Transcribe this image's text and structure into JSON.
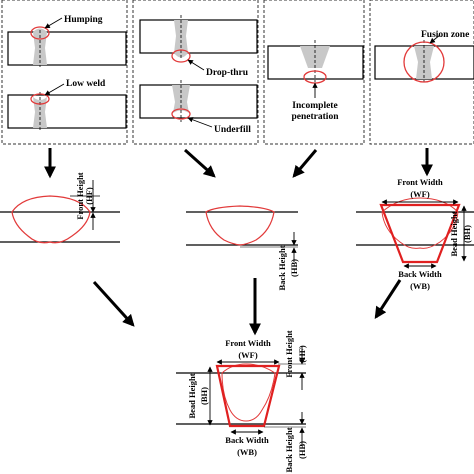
{
  "defects": {
    "humping": "Humping",
    "low_weld": "Low weld",
    "drop_thru": "Drop-thru",
    "underfill": "Underfill",
    "incomplete_line1": "Incomplete",
    "incomplete_line2": "penetration",
    "fusion_zone": "Fusion zone"
  },
  "dimensions": {
    "front_height": "Front Height",
    "front_height_abbr": "(HF)",
    "back_height": "Back Height",
    "back_height_abbr": "(HB)",
    "front_width": "Front Width",
    "front_width_abbr": "(WF)",
    "back_width": "Back Width",
    "back_width_abbr": "(WB)",
    "bead_height": "Bead Height",
    "bead_height_abbr": "(BH)"
  },
  "colors": {
    "weld_outline": "#e23a3a",
    "bead_trapezoid": "#e02020",
    "weld_fill": "#c8c8c8",
    "line": "#000000"
  }
}
